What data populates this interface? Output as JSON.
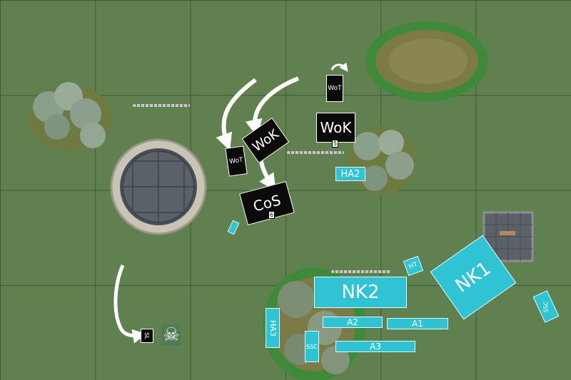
{
  "enemy_units": {
    "wot_top": "WoT",
    "wok_right": "WoK",
    "wok_right_count": "5",
    "wok_left": "WoK",
    "wot_left": "WoT",
    "cos": "CoS",
    "cos_count": "6",
    "sl": "SL"
  },
  "friendly_units": {
    "ha2": "HA2",
    "nk2": "NK2",
    "nk1": "NK1",
    "ht": "HT",
    "ha3": "HA3",
    "a2": "A2",
    "a1": "A1",
    "a3": "A3",
    "ssc_left": "SSC",
    "ssc_right": "SSC"
  },
  "icons": {
    "skull": "☠"
  },
  "colors": {
    "board_green": "#60804f",
    "enemy": "#0b0b0b",
    "friendly": "#2fc3d3",
    "arrow": "#ffffff"
  }
}
